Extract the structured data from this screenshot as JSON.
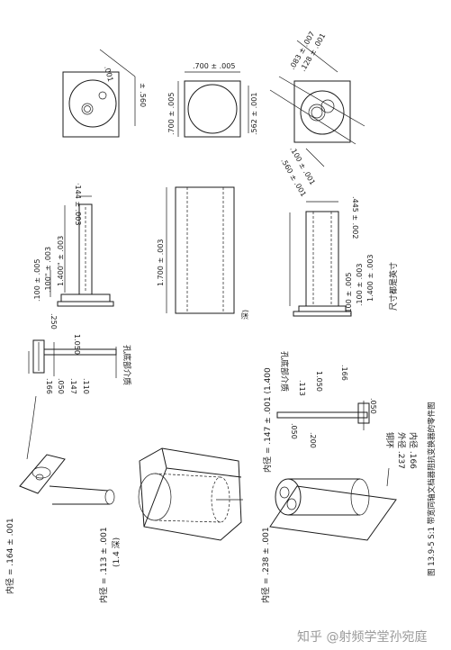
{
  "caption": "图 13.9-5  S:1 带宽同轴文档器阻抗变换器的零件图",
  "note_all_inches": "尺寸都是英寸",
  "watermark": "知乎 @射频学堂孙宛庭",
  "top_row": {
    "left_square": {
      "hole_dim": ".001",
      "offset_dim": "±  .560"
    },
    "center_square": {
      "width_dim": ".700  ±  .005",
      "height_left": ".700  ±  .005",
      "height_right": ".562  ±  .001"
    },
    "right_square": {
      "dim_a": ".083  ±  .007",
      "dim_b": ".128  ±  .001",
      "dim_c": ".100  ±  .001",
      "dim_d": ".560  ±  .001"
    }
  },
  "middle_row": {
    "left_part": {
      "top_dim": "·144  ±  .003",
      "dim_tall": "1.400\"  ±  .003",
      "dim_short": ".100\"  ±  .003",
      "dim_base": ".100  ±  .005"
    },
    "center_part": {
      "length_dim": "1.700  ±  .003"
    },
    "right_part": {
      "top_dim": ".445  ±  .002",
      "dim_tall": "1.400  ±  .003",
      "dim_short": ".100  ±  .003",
      "dim_base": ".100  ±  .005"
    }
  },
  "bottom_row": {
    "left_assembly": {
      "inner_label_1": "内径 = .164  ±  .001",
      "inner_label_2": "内径 = .113  ±  .001",
      "depth_note": "(1.4  深)",
      "dims": [
        ".250",
        "1.050",
        ".166",
        ".050",
        ".147",
        ".110"
      ],
      "dielectric_note": "孔底部介质"
    },
    "center_block": {
      "depth_note": "深)"
    },
    "right_assembly": {
      "inner_label_1": "内径 = .147  ±  .001  (1.400",
      "inner_label_2": "内径 = .238  ±  .001",
      "dims": [
        ".113",
        "1.050",
        ".166",
        ".050",
        ".200"
      ],
      "dielectric_note": "孔底部介质",
      "copper_ring": "铜环",
      "outer_dia": "外径  .237",
      "inner_dia": "内径  .166"
    }
  }
}
